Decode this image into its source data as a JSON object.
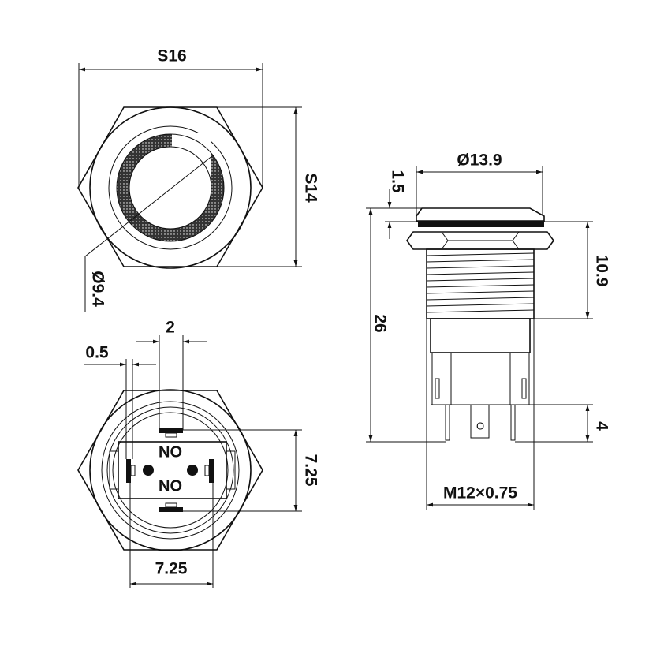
{
  "drawing": {
    "top_view": {
      "width_label": "S16",
      "height_label": "S14",
      "diameter_label": "Ø9.4"
    },
    "bottom_view": {
      "terminal_width_label": "2",
      "terminal_thickness_label": "0.5",
      "vertical_spacing_label": "7.25",
      "horizontal_spacing_label": "7.25",
      "contact_labels": [
        "NO",
        "NO"
      ]
    },
    "side_view": {
      "cap_diameter_label": "Ø13.9",
      "cap_height_label": "1.5",
      "thread_length_label": "10.9",
      "total_length_label": "26",
      "terminal_length_label": "4",
      "thread_spec_label": "M12×0.75",
      "terminal_mark": "O"
    }
  }
}
